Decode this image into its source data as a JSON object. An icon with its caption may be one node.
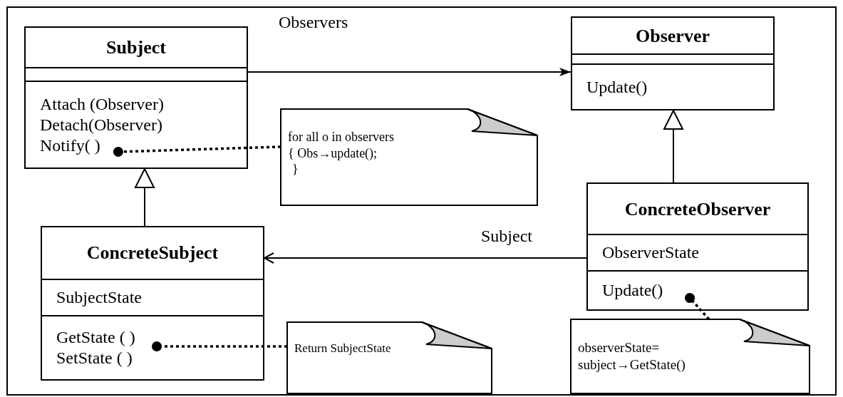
{
  "diagram": {
    "nodes": [
      {
        "text": [
          "Subject",
          "Attach (Observer)",
          "Detach(Observer)",
          "Notify( )"
        ]
      },
      {
        "text": [
          "Observer",
          "Update()"
        ]
      },
      {
        "text": [
          "for all o in observers",
          "{ Obs→update();",
          "}"
        ]
      },
      {
        "text": [
          "ConcreteSubject",
          "SubjectState",
          "GetState ( )",
          "SetState ( )"
        ]
      },
      {
        "text": [
          "ConcreteObserver",
          "ObserverState",
          "Update()"
        ]
      },
      {
        "text": [
          "Return SubjectState"
        ]
      },
      {
        "text": [
          "observerState=",
          "subject→GetState()"
        ]
      }
    ],
    "edges": [
      {
        "from": 0,
        "to": 1,
        "arrow": "to",
        "label": "Observers"
      },
      {
        "from": 3,
        "to": 0,
        "arrow": "to"
      },
      {
        "from": 4,
        "to": 1,
        "arrow": "to"
      },
      {
        "from": 4,
        "to": 3,
        "arrow": "to",
        "label": "Subject"
      },
      {
        "from": 2,
        "to": 0,
        "arrow": "other",
        "style": "dashed"
      },
      {
        "from": 5,
        "to": 3,
        "arrow": "other",
        "style": "dashed"
      },
      {
        "from": 6,
        "to": 4,
        "arrow": "other",
        "style": "dashed"
      }
    ]
  }
}
